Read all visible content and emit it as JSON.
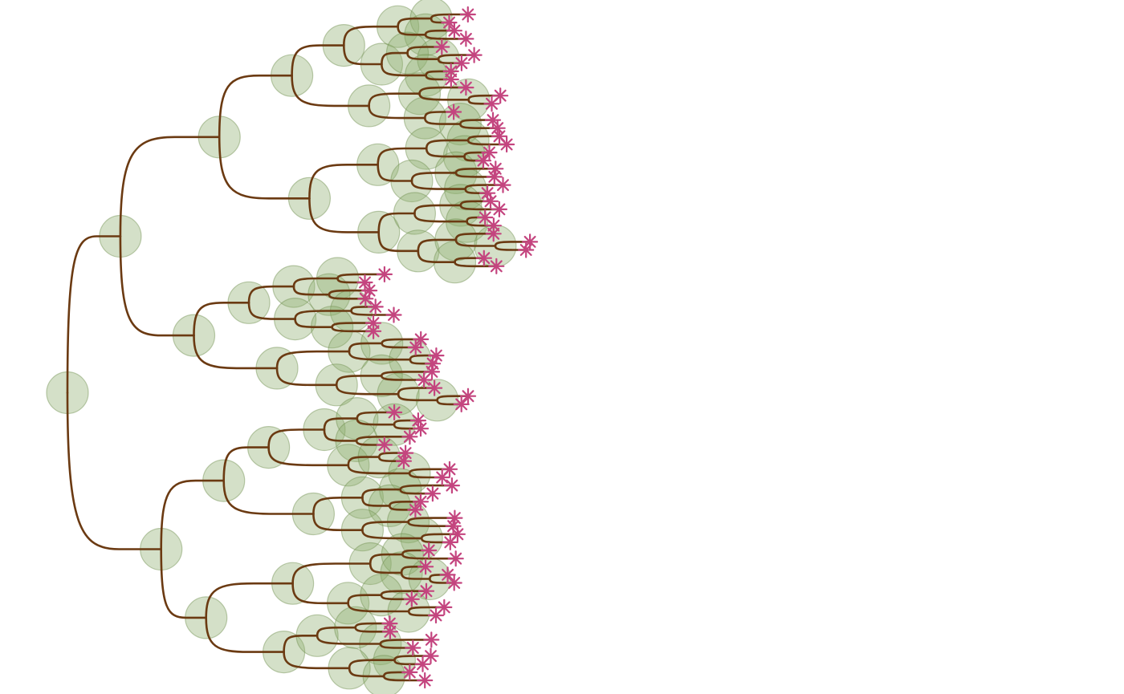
{
  "diagram": {
    "kind": "phylogenetic-tree",
    "orientation": "left-to-right",
    "branch_shape": "curved",
    "colors": {
      "background": "#ffffff",
      "branch": "#6b3a12",
      "node_fill": "#8fae6e",
      "node_stroke": "#6f8f4e",
      "tip_marker": "#c4457f"
    },
    "node_marker": "translucent-circle",
    "tip_marker": "asterisk-icon",
    "tree": {
      "c": [
        {
          "c": [
            {
              "c": [
                {
                  "c": [
                    {
                      "c": [
                        {
                          "c": [
                            {
                              "c": [
                                {},
                                {}
                              ]
                            },
                            {
                              "c": [
                                {},
                                {}
                              ]
                            }
                          ]
                        },
                        {
                          "c": [
                            {
                              "c": [
                                {},
                                {
                                  "c": [
                                    {},
                                    {}
                                  ]
                                }
                              ]
                            },
                            {
                              "c": [
                                {},
                                {}
                              ]
                            }
                          ]
                        }
                      ]
                    },
                    {
                      "c": [
                        {
                          "c": [
                            {},
                            {
                              "c": [
                                {},
                                {}
                              ]
                            }
                          ]
                        },
                        {
                          "c": [
                            {},
                            {
                              "c": [
                                {},
                                {}
                              ]
                            }
                          ]
                        }
                      ]
                    }
                  ]
                },
                {
                  "c": [
                    {
                      "c": [
                        {
                          "c": [
                            {
                              "c": [
                                {},
                                {}
                              ]
                            },
                            {
                              "c": [
                                {},
                                {}
                              ]
                            }
                          ]
                        },
                        {
                          "c": [
                            {
                              "c": [
                                {},
                                {}
                              ]
                            },
                            {
                              "c": [
                                {},
                                {}
                              ]
                            }
                          ]
                        }
                      ]
                    },
                    {
                      "c": [
                        {
                          "c": [
                            {
                              "c": [
                                {},
                                {}
                              ]
                            },
                            {
                              "c": [
                                {},
                                {}
                              ]
                            }
                          ]
                        },
                        {
                          "c": [
                            {
                              "c": [
                                {},
                                {
                                  "c": [
                                    {},
                                    {}
                                  ]
                                }
                              ]
                            },
                            {
                              "c": [
                                {},
                                {}
                              ]
                            }
                          ]
                        }
                      ]
                    }
                  ]
                }
              ]
            },
            {
              "c": [
                {
                  "c": [
                    {
                      "c": [
                        {
                          "c": [
                            {},
                            {}
                          ]
                        },
                        {
                          "c": [
                            {},
                            {}
                          ]
                        }
                      ]
                    },
                    {
                      "c": [
                        {
                          "c": [
                            {},
                            {}
                          ]
                        },
                        {
                          "c": [
                            {},
                            {}
                          ]
                        }
                      ]
                    }
                  ]
                },
                {
                  "c": [
                    {
                      "c": [
                        {
                          "c": [
                            {},
                            {}
                          ]
                        },
                        {
                          "c": [
                            {},
                            {}
                          ]
                        }
                      ]
                    },
                    {
                      "c": [
                        {
                          "c": [
                            {},
                            {}
                          ]
                        },
                        {
                          "c": [
                            {},
                            {
                              "c": [
                                {},
                                {}
                              ]
                            }
                          ]
                        }
                      ]
                    }
                  ]
                }
              ]
            }
          ]
        },
        {
          "c": [
            {
              "c": [
                {
                  "c": [
                    {
                      "c": [
                        {
                          "c": [
                            {},
                            {
                              "c": [
                                {},
                                {}
                              ]
                            }
                          ]
                        },
                        {
                          "c": [
                            {},
                            {}
                          ]
                        }
                      ]
                    },
                    {
                      "c": [
                        {
                          "c": [
                            {},
                            {}
                          ]
                        },
                        {
                          "c": [
                            {},
                            {}
                          ]
                        }
                      ]
                    }
                  ]
                },
                {
                  "c": [
                    {
                      "c": [
                        {
                          "c": [
                            {},
                            {}
                          ]
                        },
                        {
                          "c": [
                            {},
                            {}
                          ]
                        }
                      ]
                    },
                    {
                      "c": [
                        {
                          "c": [
                            {},
                            {}
                          ]
                        },
                        {
                          "c": [
                            {},
                            {}
                          ]
                        }
                      ]
                    }
                  ]
                }
              ]
            },
            {
              "c": [
                {
                  "c": [
                    {
                      "c": [
                        {
                          "c": [
                            {},
                            {}
                          ]
                        },
                        {
                          "c": [
                            {},
                            {
                              "c": [
                                {},
                                {}
                              ]
                            }
                          ]
                        }
                      ]
                    },
                    {
                      "c": [
                        {
                          "c": [
                            {},
                            {}
                          ]
                        },
                        {
                          "c": [
                            {},
                            {}
                          ]
                        }
                      ]
                    }
                  ]
                },
                {
                  "c": [
                    {
                      "c": [
                        {
                          "c": [
                            {},
                            {}
                          ]
                        },
                        {
                          "c": [
                            {},
                            {}
                          ]
                        }
                      ]
                    },
                    {
                      "c": [
                        {
                          "c": [
                            {},
                            {}
                          ]
                        },
                        {
                          "c": [
                            {},
                            {}
                          ]
                        }
                      ]
                    }
                  ]
                }
              ]
            }
          ]
        }
      ]
    }
  }
}
